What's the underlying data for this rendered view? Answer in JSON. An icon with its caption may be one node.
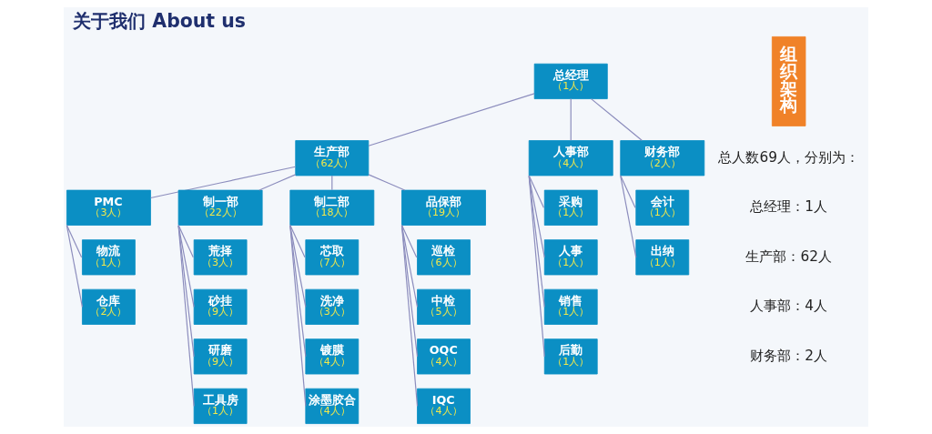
{
  "diagram": {
    "title": "关于我们 About us",
    "nodes": [
      {
        "text": [
          "总经理",
          "（1人）"
        ]
      },
      {
        "text": [
          "生产部",
          "（62人）"
        ]
      },
      {
        "text": [
          "人事部",
          "（4人）"
        ]
      },
      {
        "text": [
          "财务部",
          "（2人）"
        ]
      },
      {
        "text": [
          "PMC",
          "（3人）"
        ]
      },
      {
        "text": [
          "制一部",
          "（22人）"
        ]
      },
      {
        "text": [
          "制二部",
          "（18人）"
        ]
      },
      {
        "text": [
          "品保部",
          "（19人）"
        ]
      },
      {
        "text": [
          "物流",
          "（1人）"
        ]
      },
      {
        "text": [
          "仓库",
          "（2人）"
        ]
      },
      {
        "text": [
          "荒择",
          "（3人）"
        ]
      },
      {
        "text": [
          "砂挂",
          "（9人）"
        ]
      },
      {
        "text": [
          "研磨",
          "（9人）"
        ]
      },
      {
        "text": [
          "工具房",
          "（1人）"
        ]
      },
      {
        "text": [
          "芯取",
          "（7人）"
        ]
      },
      {
        "text": [
          "洗净",
          "（3人）"
        ]
      },
      {
        "text": [
          "镀膜",
          "（4人）"
        ]
      },
      {
        "text": [
          "涂墨胶合",
          "（4人）"
        ]
      },
      {
        "text": [
          "巡检",
          "（6人）"
        ]
      },
      {
        "text": [
          "中检",
          "（5人）"
        ]
      },
      {
        "text": [
          "OQC",
          "（4人）"
        ]
      },
      {
        "text": [
          "IQC",
          "（4人）"
        ]
      },
      {
        "text": [
          "采购",
          "（1人）"
        ]
      },
      {
        "text": [
          "人事",
          "（1人）"
        ]
      },
      {
        "text": [
          "销售",
          "（1人）"
        ]
      },
      {
        "text": [
          "后勤",
          "（1人）"
        ]
      },
      {
        "text": [
          "会计",
          "（1人）"
        ]
      },
      {
        "text": [
          "出纳",
          "（1人）"
        ]
      },
      {
        "text": [
          "组织架构"
        ]
      }
    ],
    "edges": [
      {
        "from": 0,
        "to": 1,
        "arrow": "none"
      },
      {
        "from": 0,
        "to": 2,
        "arrow": "none"
      },
      {
        "from": 0,
        "to": 3,
        "arrow": "none"
      },
      {
        "from": 1,
        "to": 4,
        "arrow": "none"
      },
      {
        "from": 1,
        "to": 5,
        "arrow": "none"
      },
      {
        "from": 1,
        "to": 6,
        "arrow": "none"
      },
      {
        "from": 1,
        "to": 7,
        "arrow": "none"
      },
      {
        "from": 4,
        "to": 8,
        "arrow": "none"
      },
      {
        "from": 4,
        "to": 9,
        "arrow": "none"
      },
      {
        "from": 5,
        "to": 10,
        "arrow": "none"
      },
      {
        "from": 5,
        "to": 11,
        "arrow": "none"
      },
      {
        "from": 5,
        "to": 12,
        "arrow": "none"
      },
      {
        "from": 5,
        "to": 13,
        "arrow": "none"
      },
      {
        "from": 6,
        "to": 14,
        "arrow": "none"
      },
      {
        "from": 6,
        "to": 15,
        "arrow": "none"
      },
      {
        "from": 6,
        "to": 16,
        "arrow": "none"
      },
      {
        "from": 6,
        "to": 17,
        "arrow": "none"
      },
      {
        "from": 7,
        "to": 18,
        "arrow": "none"
      },
      {
        "from": 7,
        "to": 19,
        "arrow": "none"
      },
      {
        "from": 7,
        "to": 20,
        "arrow": "none"
      },
      {
        "from": 7,
        "to": 21,
        "arrow": "none"
      },
      {
        "from": 2,
        "to": 22,
        "arrow": "none"
      },
      {
        "from": 2,
        "to": 23,
        "arrow": "none"
      },
      {
        "from": 2,
        "to": 24,
        "arrow": "none"
      },
      {
        "from": 2,
        "to": 25,
        "arrow": "none"
      },
      {
        "from": 3,
        "to": 26,
        "arrow": "none"
      },
      {
        "from": 3,
        "to": 27,
        "arrow": "none"
      }
    ],
    "labels": [
      "总人数69人，分别为：",
      "总经理：1人",
      "生产部：62人",
      "人事部：4人",
      "财务部：2人"
    ]
  }
}
